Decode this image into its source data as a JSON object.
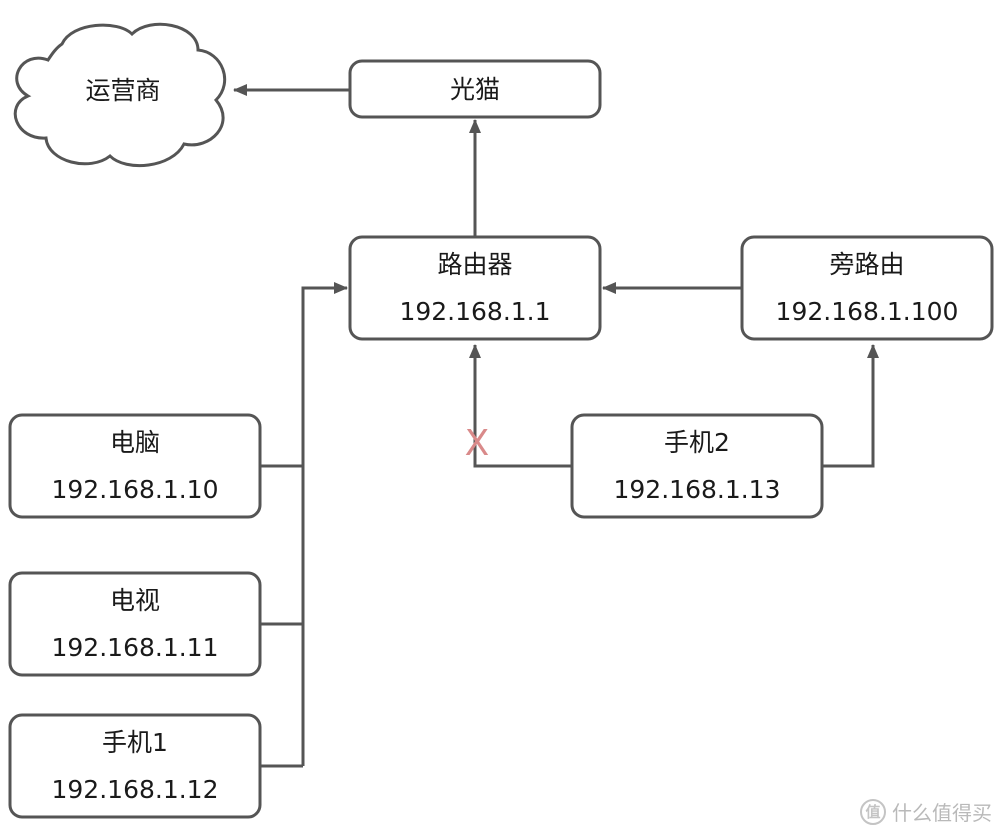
{
  "cloud": {
    "label": "运营商"
  },
  "modem": {
    "label": "光猫"
  },
  "router": {
    "label": "路由器",
    "ip": "192.168.1.1"
  },
  "bypass_router": {
    "label": "旁路由",
    "ip": "192.168.1.100"
  },
  "phone2": {
    "label": "手机2",
    "ip": "192.168.1.13"
  },
  "pc": {
    "label": "电脑",
    "ip": "192.168.1.10"
  },
  "tv": {
    "label": "电视",
    "ip": "192.168.1.11"
  },
  "phone1": {
    "label": "手机1",
    "ip": "192.168.1.12"
  },
  "blocked_mark": {
    "label": "X",
    "color": "#d98a8a"
  },
  "colors": {
    "stroke": "#555555",
    "text": "#1a1a1a"
  },
  "watermark": {
    "text": "什么值得买",
    "logo": "值",
    "logo_name": "smzdm-logo"
  }
}
